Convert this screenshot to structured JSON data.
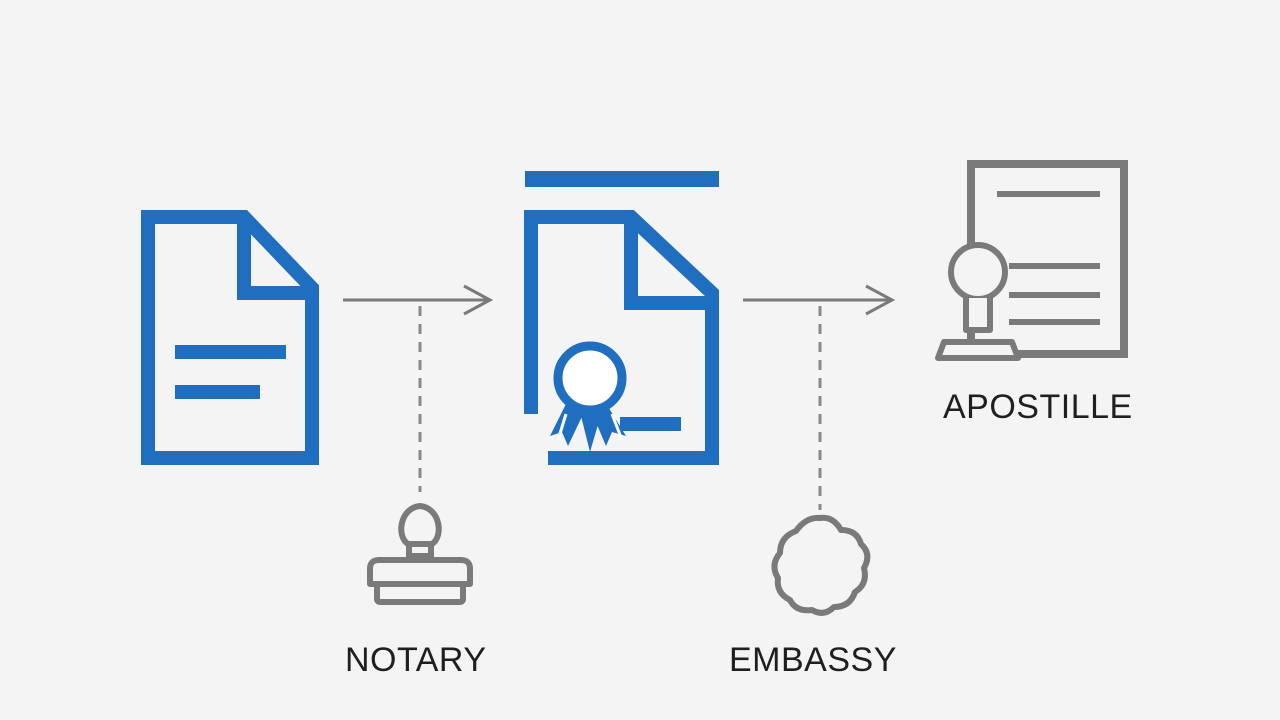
{
  "steps": [
    {
      "id": "document",
      "icon": "document-icon"
    },
    {
      "id": "certified-document",
      "icon": "certified-document-icon"
    },
    {
      "id": "apostille",
      "icon": "apostilled-document-icon",
      "label": "APOSTILLE"
    }
  ],
  "authorities": [
    {
      "id": "notary",
      "icon": "notary-stamp-icon",
      "label": "NOTARY"
    },
    {
      "id": "embassy",
      "icon": "embassy-seal-icon",
      "label": "EMBASSY"
    }
  ],
  "colors": {
    "background": "#f4f4f4",
    "accent_blue": "#1f6ebf",
    "gray": "#7a7a7a",
    "text": "#1f1f1f"
  }
}
